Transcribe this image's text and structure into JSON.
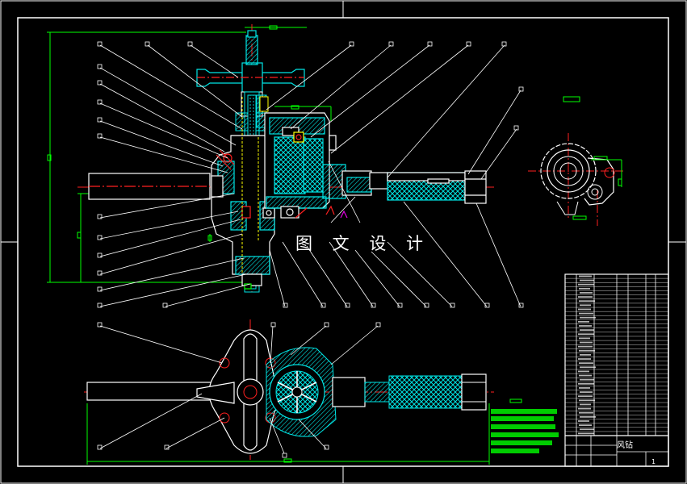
{
  "watermark": "图 文 设 计",
  "title_block": {
    "name": "风钻",
    "sheet": "1"
  },
  "colors": {
    "background": "#000000",
    "frame": "#ffffff",
    "outline": "#ffffff",
    "section": "#00e5e5",
    "dimension": "#00ff00",
    "centerline": "#ff2020",
    "leader": "#ffffff",
    "hidden": "#ffff00",
    "accent": "#e000e0"
  }
}
